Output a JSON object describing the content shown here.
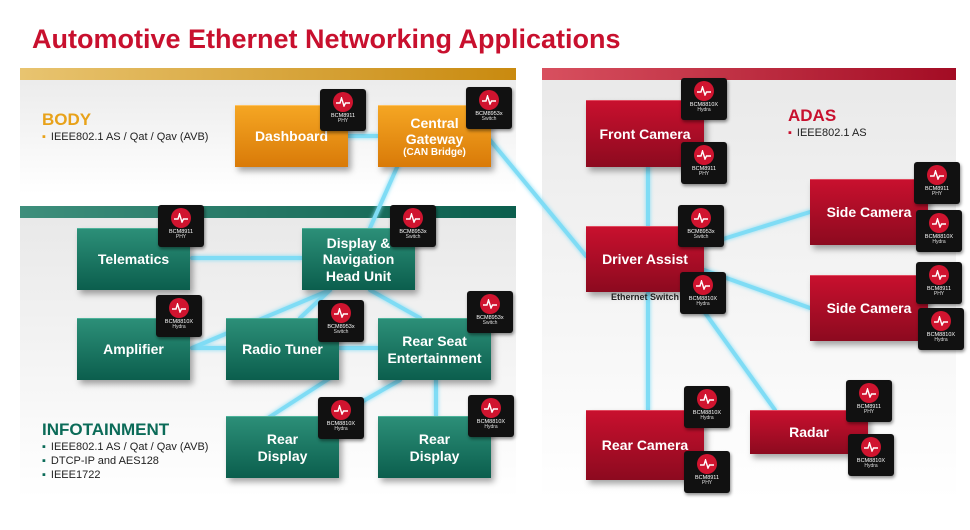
{
  "title": "Automotive Ethernet Networking Applications",
  "sections": {
    "body": {
      "title": "BODY",
      "bullets": [
        "IEEE802.1 AS / Qat / Qav (AVB)"
      ]
    },
    "infotainment": {
      "title": "INFOTAINMENT",
      "bullets": [
        "IEEE802.1 AS / Qat / Qav (AVB)",
        "DTCP-IP and AES128",
        "IEEE1722"
      ]
    },
    "adas": {
      "title": "ADAS",
      "bullets": [
        "IEEE802.1 AS"
      ]
    }
  },
  "boxes": {
    "dashboard": "Dashboard",
    "central_gateway": "Central Gateway",
    "central_gateway_sub": "(CAN Bridge)",
    "telematics": "Telematics",
    "display_nav": "Display & Navigation Head Unit",
    "amplifier": "Amplifier",
    "radio_tuner": "Radio Tuner",
    "rear_seat": "Rear Seat Entertainment",
    "rear_display_1": "Rear Display",
    "rear_display_2": "Rear Display",
    "front_camera": "Front Camera",
    "driver_assist": "Driver Assist",
    "side_camera_1": "Side Camera",
    "side_camera_2": "Side Camera",
    "rear_camera": "Rear Camera",
    "radar": "Radar"
  },
  "ethernet_switch_label": "Ethernet Switch",
  "chips": {
    "dashboard": {
      "part": "BCM8911",
      "type": "PHY"
    },
    "gateway": {
      "part": "BCM8953x",
      "type": "Switch"
    },
    "telematics": {
      "part": "BCM8911",
      "type": "PHY"
    },
    "display_nav": {
      "part": "BCM8953x",
      "type": "Switch"
    },
    "amplifier": {
      "part": "BCM8810X",
      "type": "Hydra"
    },
    "radio_tuner": {
      "part": "BCM8953x",
      "type": "Switch"
    },
    "rear_seat": {
      "part": "BCM8953x",
      "type": "Switch"
    },
    "rear_display_1": {
      "part": "BCM8810X",
      "type": "Hydra"
    },
    "rear_display_2": {
      "part": "BCM8810X",
      "type": "Hydra"
    },
    "front_camera_top": {
      "part": "BCM8810X",
      "type": "Hydra"
    },
    "front_camera_bottom": {
      "part": "BCM8911",
      "type": "PHY"
    },
    "driver_assist_top": {
      "part": "BCM8953x",
      "type": "Switch"
    },
    "driver_assist_bottom": {
      "part": "BCM8810X",
      "type": "Hydra"
    },
    "side_camera_1_top": {
      "part": "BCM8911",
      "type": "PHY"
    },
    "side_camera_1_bottom": {
      "part": "BCM8810X",
      "type": "Hydra"
    },
    "side_camera_2_top": {
      "part": "BCM8911",
      "type": "PHY"
    },
    "side_camera_2_bottom": {
      "part": "BCM8810X",
      "type": "Hydra"
    },
    "rear_camera_top": {
      "part": "BCM8810X",
      "type": "Hydra"
    },
    "rear_camera_bottom": {
      "part": "BCM8911",
      "type": "PHY"
    },
    "radar_top": {
      "part": "BCM8911",
      "type": "PHY"
    },
    "radar_bottom": {
      "part": "BCM8810X",
      "type": "Hydra"
    }
  },
  "colors": {
    "title": "#c8102e",
    "body_accent": "#e8a21a",
    "infotainment_accent": "#0b6b58",
    "adas_accent": "#c8102e",
    "link": "#7fdcf5"
  }
}
